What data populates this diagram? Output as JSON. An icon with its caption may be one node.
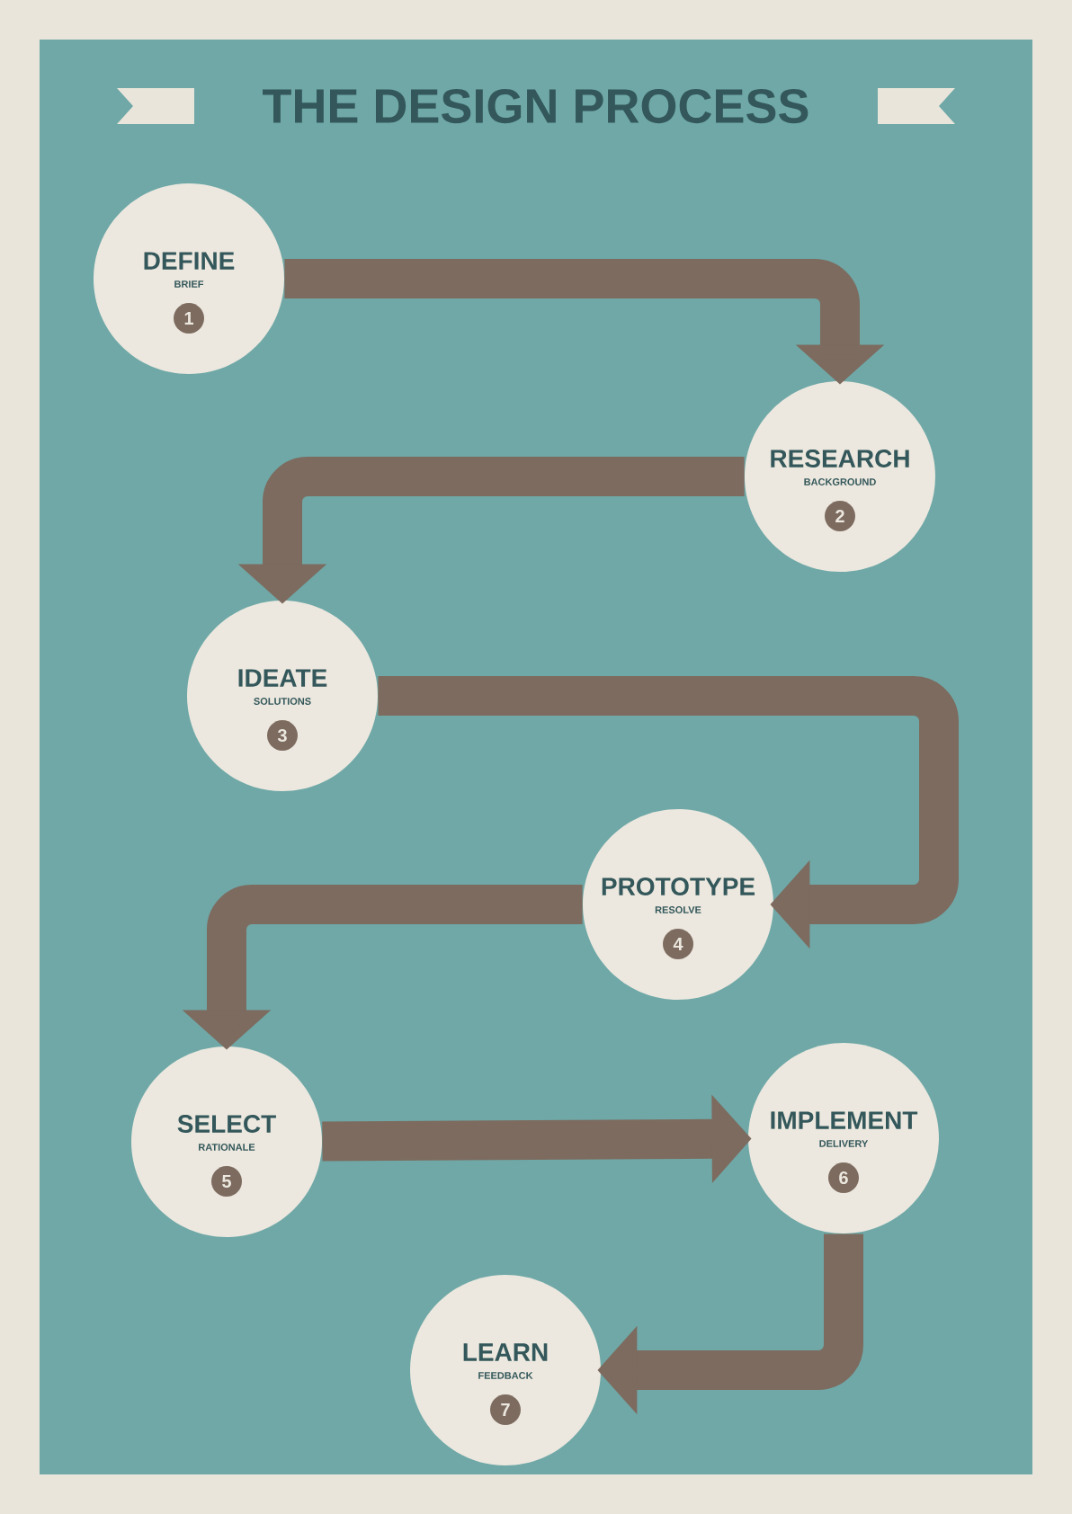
{
  "diagram": {
    "title": "THE DESIGN PROCESS",
    "nodes": [
      {
        "text": [
          "DEFINE",
          "BRIEF",
          "1"
        ]
      },
      {
        "text": [
          "RESEARCH",
          "BACKGROUND",
          "2"
        ]
      },
      {
        "text": [
          "IDEATE",
          "SOLUTIONS",
          "3"
        ]
      },
      {
        "text": [
          "PROTOTYPE",
          "RESOLVE",
          "4"
        ]
      },
      {
        "text": [
          "SELECT",
          "RATIONALE",
          "5"
        ]
      },
      {
        "text": [
          "IMPLEMENT",
          "DELIVERY",
          "6"
        ]
      },
      {
        "text": [
          "LEARN",
          "FEEDBACK",
          "7"
        ]
      }
    ],
    "edges": [
      {
        "from": 0,
        "to": 1,
        "arrow": "to"
      },
      {
        "from": 1,
        "to": 2,
        "arrow": "to"
      },
      {
        "from": 2,
        "to": 3,
        "arrow": "to"
      },
      {
        "from": 3,
        "to": 4,
        "arrow": "to"
      },
      {
        "from": 4,
        "to": 5,
        "arrow": "to"
      },
      {
        "from": 5,
        "to": 6,
        "arrow": "to"
      }
    ]
  }
}
